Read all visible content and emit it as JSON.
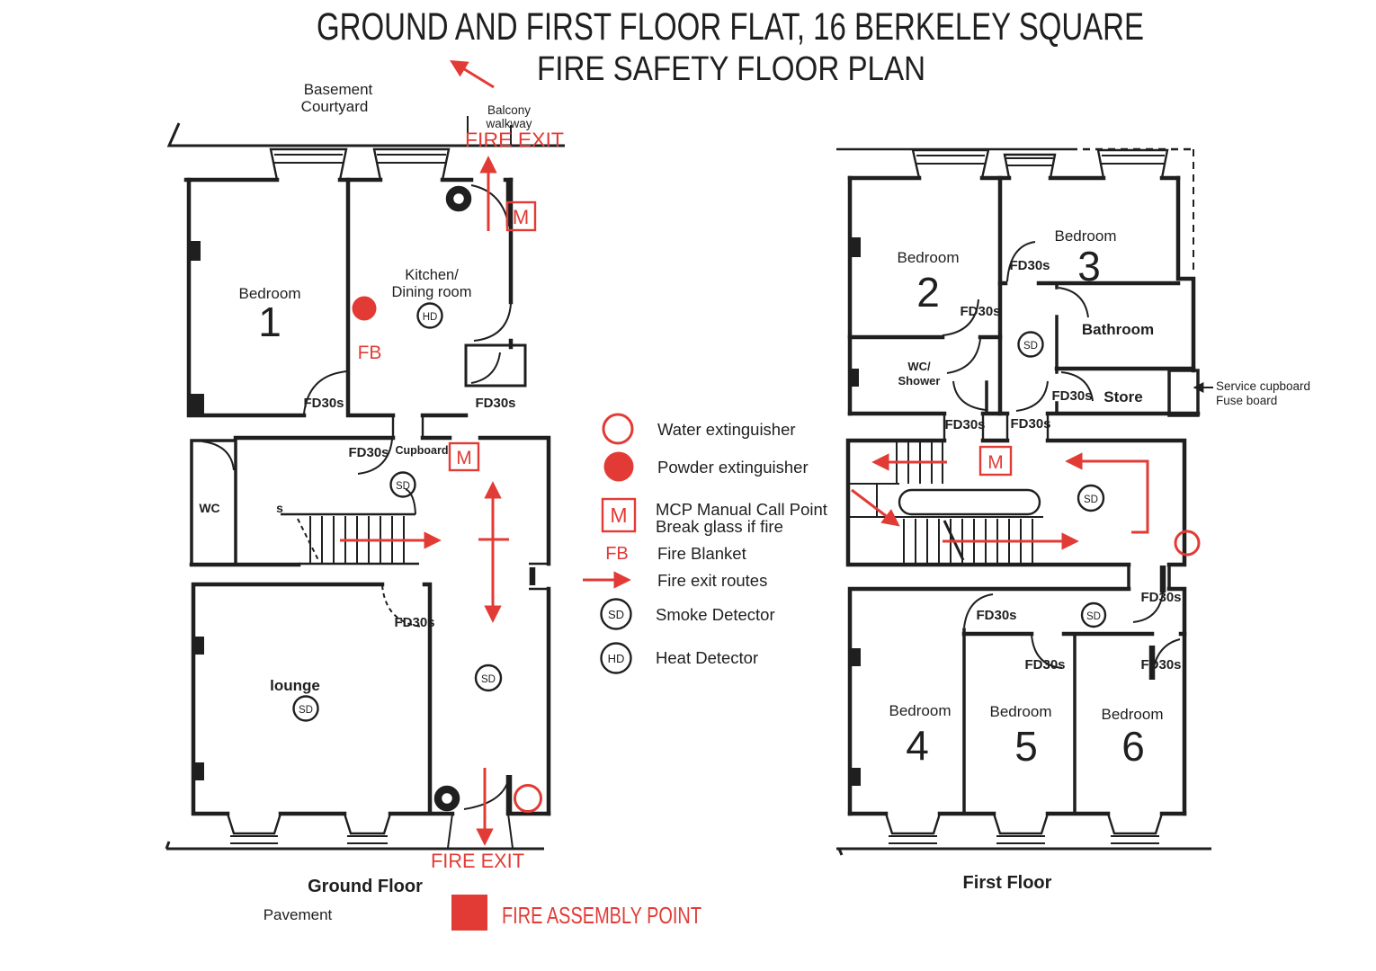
{
  "colors": {
    "red": "#e23b35",
    "ink": "#1f1f1f"
  },
  "title": {
    "line1": "GROUND AND FIRST FLOOR FLAT, 16 BERKELEY SQUARE",
    "line2": "FIRE SAFETY FLOOR PLAN"
  },
  "symbols": {
    "fd30s": "FD30s",
    "sd": "SD",
    "hd": "HD",
    "mcp": "M",
    "fire_blanket": "FB",
    "fire_exit": "FIRE EXIT"
  },
  "ground_floor": {
    "caption": "Ground Floor",
    "pavement": "Pavement",
    "courtyard_line1": "Basement",
    "courtyard_line2": "Courtyard",
    "balcony_line1": "Balcony",
    "balcony_line2": "walkway",
    "bedroom1_name": "Bedroom",
    "bedroom1_number": "1",
    "kitchen_line1": "Kitchen/",
    "kitchen_line2": "Dining room",
    "cupboard": "Cupboard",
    "wc": "WC",
    "stair_s": "s",
    "lounge": "lounge"
  },
  "first_floor": {
    "caption": "First Floor",
    "bedroom2_name": "Bedroom",
    "bedroom2_number": "2",
    "bedroom3_name": "Bedroom",
    "bedroom3_number": "3",
    "bathroom": "Bathroom",
    "wc_shower_line1": "WC/",
    "wc_shower_line2": "Shower",
    "store": "Store",
    "service_line1": "Service cupboard",
    "service_line2": "Fuse board",
    "bedroom4_name": "Bedroom",
    "bedroom4_number": "4",
    "bedroom5_name": "Bedroom",
    "bedroom5_number": "5",
    "bedroom6_name": "Bedroom",
    "bedroom6_number": "6"
  },
  "legend": {
    "water": "Water extinguisher",
    "powder": "Powder extinguisher",
    "mcp_line1": "MCP Manual Call Point",
    "mcp_line2": "Break glass if fire",
    "fire_blanket": "Fire Blanket",
    "routes": "Fire exit routes",
    "smoke": "Smoke Detector",
    "heat": "Heat Detector"
  },
  "assembly": {
    "label": "FIRE ASSEMBLY POINT"
  }
}
